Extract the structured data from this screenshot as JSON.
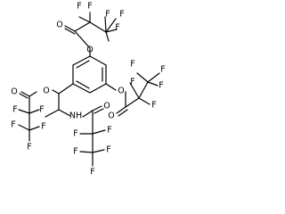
{
  "diagram": {
    "type": "skeletal-formula",
    "atom_color": "#000000",
    "background": "#ffffff",
    "labels": {
      "F": "F",
      "O": "O",
      "NH": "NH"
    }
  }
}
